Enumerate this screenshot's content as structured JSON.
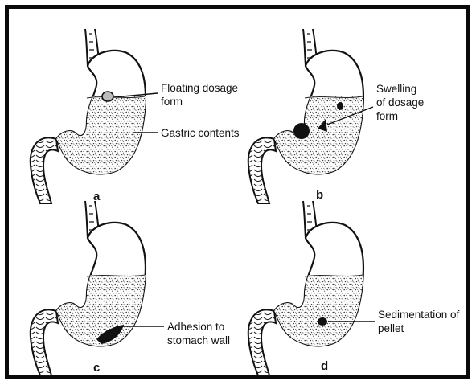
{
  "panels": [
    {
      "letter": "a",
      "labels": [
        "Floating dosage\nform",
        "Gastric contents"
      ]
    },
    {
      "letter": "b",
      "labels": [
        "Swelling\nof dosage\nform"
      ]
    },
    {
      "letter": "c",
      "labels": [
        "Adhesion to\nstomach wall"
      ]
    },
    {
      "letter": "d",
      "labels": [
        "Sedimentation of\npellet"
      ]
    }
  ],
  "colors": {
    "ink": "#111111",
    "border": "#0a0a0a",
    "background": "#ffffff"
  }
}
